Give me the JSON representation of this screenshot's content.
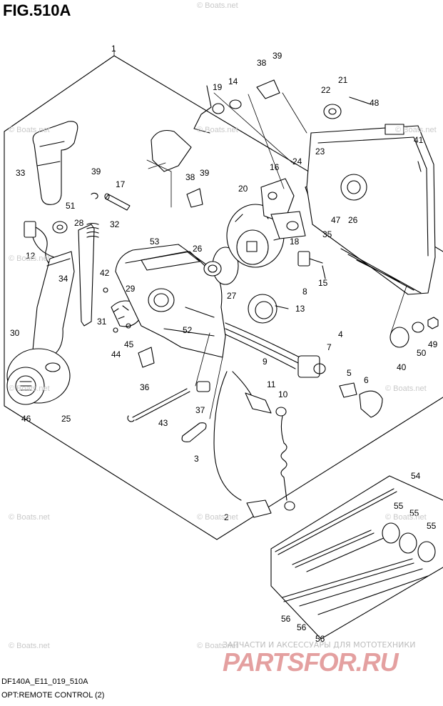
{
  "figure": {
    "title": "FIG.510A",
    "footer_code": "DF140A_E11_019_510A",
    "footer_caption": "OPT:REMOTE CONTROL (2)"
  },
  "watermarks": {
    "boats": "© Boats.net",
    "ru_tagline": "ЗАПЧАСТИ И АКСЕССУАРЫ ДЛЯ МОТОТЕХНИКИ",
    "ru_logo": "PARTSFOR.RU"
  },
  "callouts": [
    {
      "id": "c1",
      "label": "1"
    },
    {
      "id": "c2",
      "label": "2"
    },
    {
      "id": "c3",
      "label": "3"
    },
    {
      "id": "c4",
      "label": "4"
    },
    {
      "id": "c5",
      "label": "5"
    },
    {
      "id": "c6",
      "label": "6"
    },
    {
      "id": "c7",
      "label": "7"
    },
    {
      "id": "c8",
      "label": "8"
    },
    {
      "id": "c9",
      "label": "9"
    },
    {
      "id": "c10",
      "label": "10"
    },
    {
      "id": "c11",
      "label": "11"
    },
    {
      "id": "c12",
      "label": "12"
    },
    {
      "id": "c13",
      "label": "13"
    },
    {
      "id": "c14",
      "label": "14"
    },
    {
      "id": "c15",
      "label": "15"
    },
    {
      "id": "c16",
      "label": "16"
    },
    {
      "id": "c17",
      "label": "17"
    },
    {
      "id": "c18",
      "label": "18"
    },
    {
      "id": "c19",
      "label": "19"
    },
    {
      "id": "c20",
      "label": "20"
    },
    {
      "id": "c21",
      "label": "21"
    },
    {
      "id": "c22",
      "label": "22"
    },
    {
      "id": "c23",
      "label": "23"
    },
    {
      "id": "c24",
      "label": "24"
    },
    {
      "id": "c25",
      "label": "25"
    },
    {
      "id": "c26a",
      "label": "26"
    },
    {
      "id": "c26b",
      "label": "26"
    },
    {
      "id": "c27",
      "label": "27"
    },
    {
      "id": "c28",
      "label": "28"
    },
    {
      "id": "c29",
      "label": "29"
    },
    {
      "id": "c30",
      "label": "30"
    },
    {
      "id": "c31",
      "label": "31"
    },
    {
      "id": "c32",
      "label": "32"
    },
    {
      "id": "c33",
      "label": "33"
    },
    {
      "id": "c34",
      "label": "34"
    },
    {
      "id": "c35",
      "label": "35"
    },
    {
      "id": "c36",
      "label": "36"
    },
    {
      "id": "c37",
      "label": "37"
    },
    {
      "id": "c38a",
      "label": "38"
    },
    {
      "id": "c38b",
      "label": "38"
    },
    {
      "id": "c39a",
      "label": "39"
    },
    {
      "id": "c39b",
      "label": "39"
    },
    {
      "id": "c39c",
      "label": "39"
    },
    {
      "id": "c40",
      "label": "40"
    },
    {
      "id": "c41",
      "label": "41"
    },
    {
      "id": "c42",
      "label": "42"
    },
    {
      "id": "c43",
      "label": "43"
    },
    {
      "id": "c44",
      "label": "44"
    },
    {
      "id": "c45",
      "label": "45"
    },
    {
      "id": "c46",
      "label": "46"
    },
    {
      "id": "c47",
      "label": "47"
    },
    {
      "id": "c48",
      "label": "48"
    },
    {
      "id": "c49",
      "label": "49"
    },
    {
      "id": "c50",
      "label": "50"
    },
    {
      "id": "c51",
      "label": "51"
    },
    {
      "id": "c52",
      "label": "52"
    },
    {
      "id": "c53",
      "label": "53"
    },
    {
      "id": "c54",
      "label": "54"
    },
    {
      "id": "c55a",
      "label": "55"
    },
    {
      "id": "c55b",
      "label": "55"
    },
    {
      "id": "c55c",
      "label": "55"
    },
    {
      "id": "c56a",
      "label": "56"
    },
    {
      "id": "c56b",
      "label": "56"
    },
    {
      "id": "c56c",
      "label": "56"
    }
  ]
}
